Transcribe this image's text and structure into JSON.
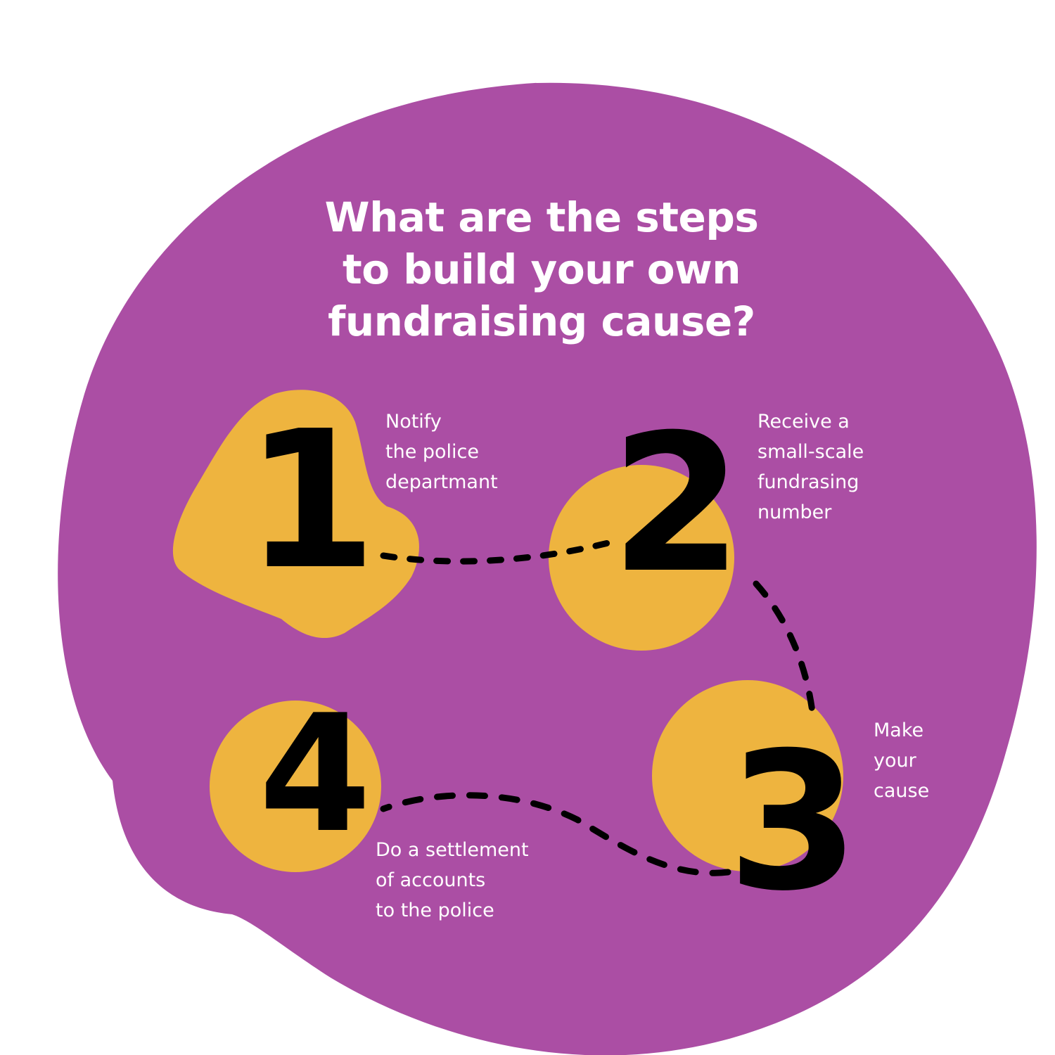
{
  "title": {
    "lines": [
      "What are the steps",
      "to build your own",
      "fundraising cause?"
    ]
  },
  "steps": [
    {
      "number": "1",
      "lines": [
        "Notify",
        "the police",
        "departmant"
      ]
    },
    {
      "number": "2",
      "lines": [
        "Receive a",
        "small-scale",
        "fundrasing",
        "number"
      ]
    },
    {
      "number": "3",
      "lines": [
        "Make",
        "your",
        "cause"
      ]
    },
    {
      "number": "4",
      "lines": [
        "Do a settlement",
        "of accounts",
        "to the police"
      ]
    }
  ],
  "colors": {
    "background": "#ffffff",
    "blob": "#ab4ea4",
    "accent": "#eeb43f",
    "number": "#000000",
    "text": "#ffffff"
  }
}
